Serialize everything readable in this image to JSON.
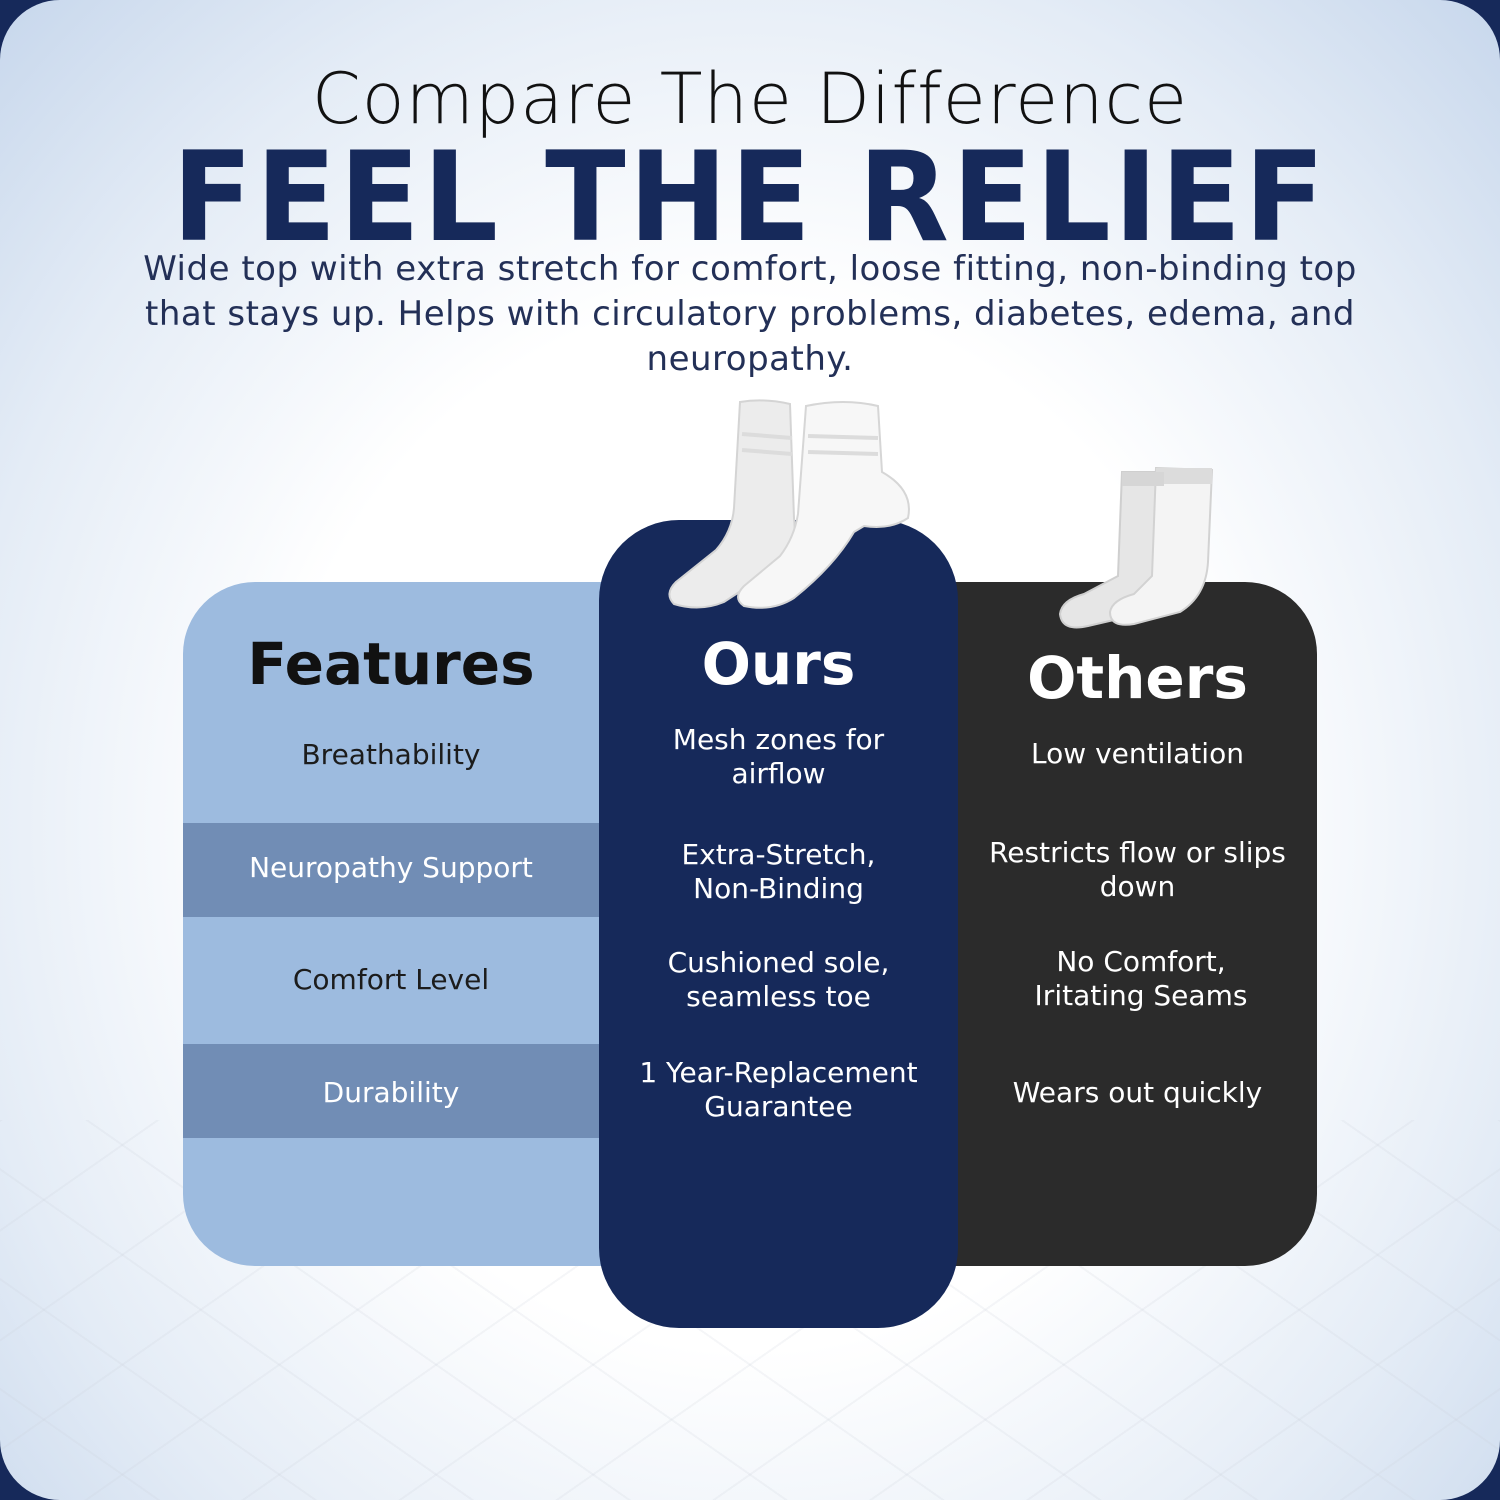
{
  "header": {
    "heading": "Compare The Difference",
    "headline": "FEEL THE RELIEF",
    "subtitle": "Wide top with extra stretch for comfort, loose fitting, non-binding top that stays up. Helps with circulatory problems, diabetes, edema, and neuropathy."
  },
  "table": {
    "features_title": "Features",
    "ours_title": "Ours",
    "others_title": "Others",
    "features": [
      "Breathability",
      "Neuropathy Support",
      "Comfort Level",
      "Durability"
    ],
    "ours": [
      "Mesh zones for airflow",
      "Extra-Stretch, Non-Binding",
      "Cushioned sole, seamless toe",
      "1 Year-Replacement Guarantee"
    ],
    "others": [
      "Low ventilation",
      "Restricts flow or slips down",
      "No Comfort, Iritating Seams",
      "Wears out quickly"
    ]
  },
  "colors": {
    "navy": "#16295a",
    "light_blue": "#9dbbdf",
    "mid_blue": "#718db5",
    "charcoal": "#2b2b2b"
  },
  "images": {
    "ours_product": "white-ankle-socks-pair",
    "others_product": "white-crew-socks-pair"
  }
}
